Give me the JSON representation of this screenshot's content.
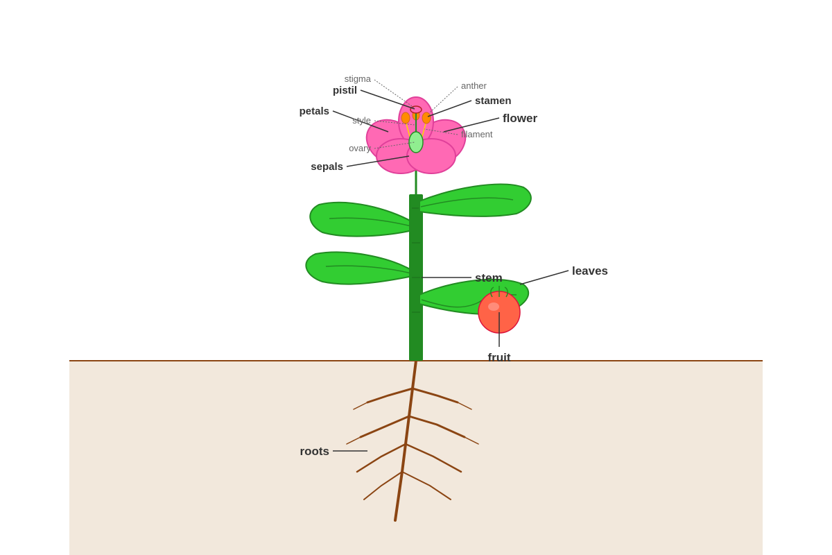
{
  "labels": {
    "flower": "flower",
    "stamen": "stamen",
    "pistil": "pistil",
    "petals": "petals",
    "sepals": "sepals",
    "stem": "stem",
    "leaves": "leaves",
    "fruit": "fruit",
    "roots": "roots"
  },
  "sublabels": {
    "stigma": "stigma",
    "anther": "anther",
    "style": "style",
    "filament": "filament",
    "ovary": "ovary"
  },
  "colors": {
    "soil": "#F2E8DC",
    "ground_line": "#8B4513",
    "stem": "#228B22",
    "leaf": "#32CD32",
    "petal": "#FF69B4",
    "anther": "#FF8C00",
    "ovary": "#90EE90",
    "fruit": "#FF6347",
    "root": "#8B4513"
  }
}
